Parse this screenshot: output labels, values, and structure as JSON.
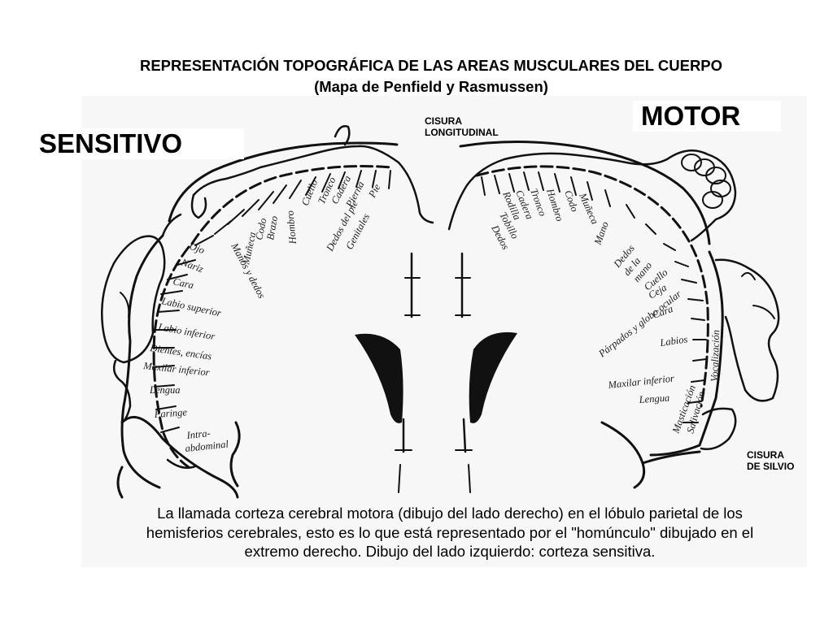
{
  "title": {
    "line1": "REPRESENTACIÓN TOPOGRÁFICA DE LAS AREAS MUSCULARES DEL CUERPO",
    "line2": "(Mapa de Penfield y Rasmussen)"
  },
  "labels": {
    "sensory": "SENSITIVO",
    "motor": "MOTOR",
    "longitudinal_fissure": [
      "CISURA",
      "LONGITUDINAL"
    ],
    "sylvian_fissure": [
      "CISURA",
      "DE SILVIO"
    ]
  },
  "sensory_parts": [
    "Genitales",
    "Dedos del pie",
    "Pie",
    "Pierna",
    "Cadera",
    "Tronco",
    "Cuello",
    "Hombro",
    "Brazo",
    "Codo",
    "Muñeca",
    "Manos y dedos",
    "Ojo",
    "Nariz",
    "Cara",
    "Labio superior",
    "Labio inferior",
    "Dientes, encías",
    "Maxilar inferior",
    "Lengua",
    "Faringe",
    "Intra-",
    "abdominal"
  ],
  "motor_parts": [
    "Dedos",
    "Tobillo",
    "Rodilla",
    "Cadera",
    "Tronco",
    "Hombro",
    "Codo",
    "Muñeca",
    "Mano",
    "Dedos",
    "de la",
    "mano",
    "Cuello",
    "Ceja",
    "Párpados y globo ocular",
    "Cara",
    "Labios",
    "Vocalización",
    "Maxilar inferior",
    "Lengua",
    "Masticación",
    "Salivación"
  ],
  "caption": {
    "line1": "La llamada corteza cerebral motora (dibujo del lado derecho) en el lóbulo parietal de los",
    "line2": "hemisferios cerebrales, esto es lo que está representado por el \"homúnculo\" dibujado en el",
    "line3": "extremo derecho. Dibujo del lado izquierdo: corteza sensitiva."
  }
}
